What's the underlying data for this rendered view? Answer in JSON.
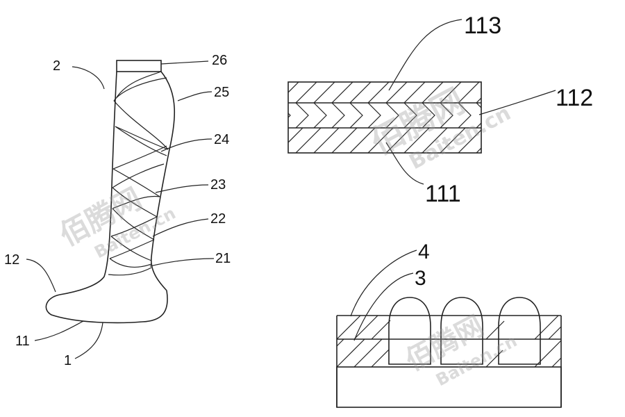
{
  "figures": {
    "sock": {
      "labels": [
        "2",
        "26",
        "25",
        "24",
        "23",
        "22",
        "21",
        "12",
        "11",
        "1"
      ]
    },
    "layer_section": {
      "labels": [
        "113",
        "112",
        "111"
      ]
    },
    "bump_section": {
      "labels": [
        "4",
        "3"
      ]
    }
  },
  "watermarks": [
    {
      "text": "佰腾网"
    },
    {
      "text": "Baiten.cn"
    },
    {
      "text": "佰腾网"
    },
    {
      "text": "Baiten.cn"
    },
    {
      "text": "佰腾网"
    },
    {
      "text": "Baiten.cn"
    }
  ],
  "colors": {
    "ink": "#222222",
    "watermark": "#9a9a9a",
    "background": "#ffffff"
  }
}
